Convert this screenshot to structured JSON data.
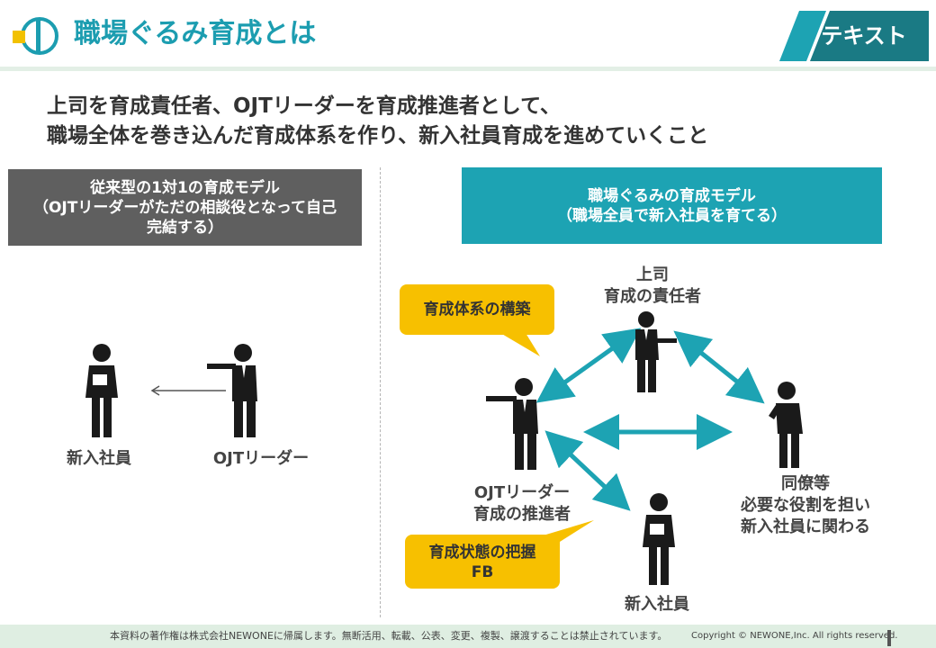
{
  "header": {
    "title": "職場ぐるみ育成とは",
    "tag": "テキスト",
    "logo_color": "#1c9db0",
    "accent_yellow": "#f2c100"
  },
  "lead": "上司を育成責任者、OJTリーダーを育成推進者として、\n職場全体を巻き込んだ育成体系を作り、新入社員育成を進めていくこと",
  "left_model": {
    "title": "従来型の1対1の育成モデル\n（OJTリーダーがただの相談役となって自己\n完結する）",
    "new_employee": "新入社員",
    "ojt_leader": "OJTリーダー"
  },
  "right_model": {
    "title": "職場ぐるみの育成モデル\n（職場全員で新入社員を育てる）",
    "boss": "上司\n育成の責任者",
    "ojt_leader": "OJTリーダー\n育成の推進者",
    "colleagues": "同僚等\n必要な役割を担い\n新入社員に関わる",
    "new_employee": "新入社員",
    "callout_build": "育成体系の構築",
    "callout_status": "育成状態の把握\nFB"
  },
  "colors": {
    "teal": "#1da3b3",
    "gray_box": "#5f5f5f",
    "callout": "#f7c000",
    "figure": "#1a1a1a"
  },
  "footer": {
    "text": "本資料の著作権は株式会社NEWONEに帰属します。無断活用、転載、公表、変更、複製、譲渡することは禁止されています。",
    "copyright": "Copyright © NEWONE,Inc.  All rights reserved."
  }
}
